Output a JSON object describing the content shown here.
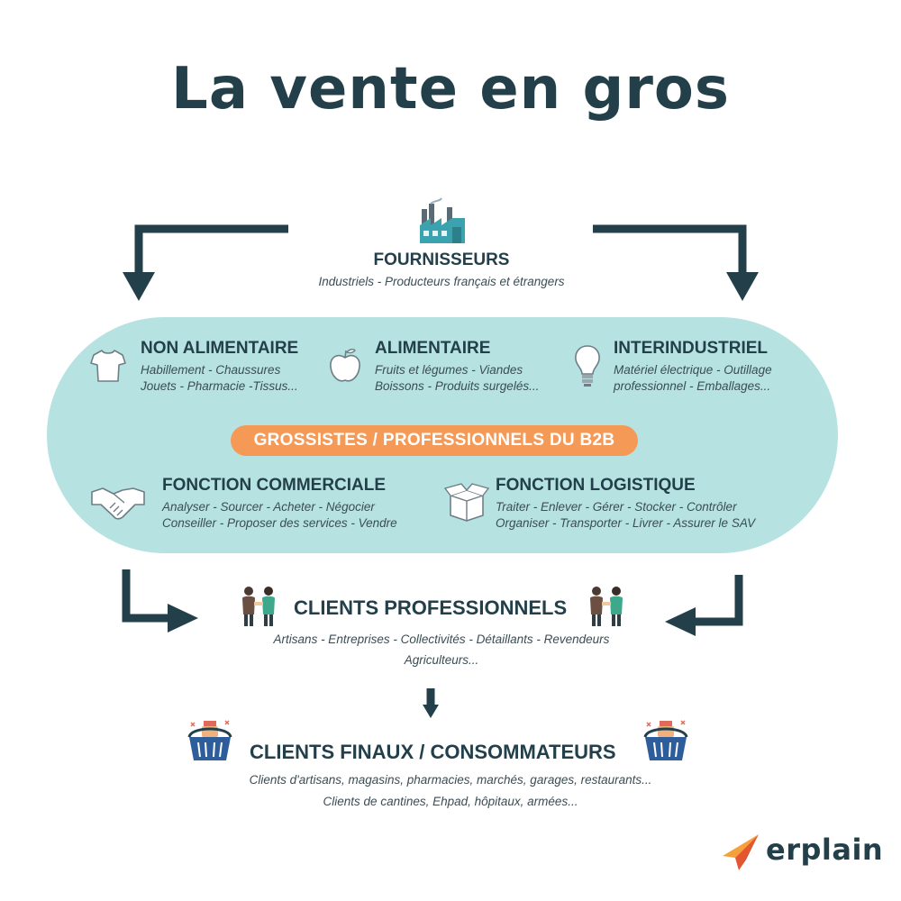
{
  "title": "La vente en gros",
  "suppliers": {
    "icon": "factory-icon",
    "title": "FOURNISSEURS",
    "subtitle": "Industriels - Producteurs français et étrangers"
  },
  "categories": [
    {
      "icon": "tshirt-icon",
      "title": "NON ALIMENTAIRE",
      "lines": [
        "Habillement - Chaussures",
        "Jouets - Pharmacie -Tissus..."
      ]
    },
    {
      "icon": "apple-icon",
      "title": "ALIMENTAIRE",
      "lines": [
        "Fruits et légumes - Viandes",
        "Boissons - Produits surgelés..."
      ]
    },
    {
      "icon": "lightbulb-icon",
      "title": "INTERINDUSTRIEL",
      "lines": [
        "Matériel électrique - Outillage",
        "professionnel - Emballages..."
      ]
    }
  ],
  "wholesalers_label": "GROSSISTES / PROFESSIONNELS DU B2B",
  "functions": [
    {
      "icon": "handshake-icon",
      "title": "FONCTION COMMERCIALE",
      "lines": [
        "Analyser - Sourcer - Acheter - Négocier",
        "Conseiller - Proposer des services - Vendre"
      ]
    },
    {
      "icon": "box-icon",
      "title": "FONCTION LOGISTIQUE",
      "lines": [
        "Traiter - Enlever - Gérer - Stocker - Contrôler",
        "Organiser - Transporter - Livrer - Assurer le SAV"
      ]
    }
  ],
  "pro_clients": {
    "icon": "business-people-icon",
    "title": "CLIENTS PROFESSIONNELS",
    "lines": [
      "Artisans - Entreprises - Collectivités - Détaillants - Revendeurs",
      "Agriculteurs..."
    ]
  },
  "final_clients": {
    "icon": "shopping-basket-icon",
    "title": "CLIENTS FINAUX / CONSOMMATEURS",
    "lines": [
      "Clients d'artisans, magasins, pharmacies, marchés, garages, restaurants...",
      "Clients de cantines, Ehpad, hôpitaux, armées..."
    ]
  },
  "brand": {
    "name": "erplain",
    "icon": "erplain-logo-icon"
  },
  "colors": {
    "dark": "#23404a",
    "teal_box": "#b6e3e1",
    "orange_pill": "#f59a56",
    "basket_blue": "#2d5e9b"
  }
}
